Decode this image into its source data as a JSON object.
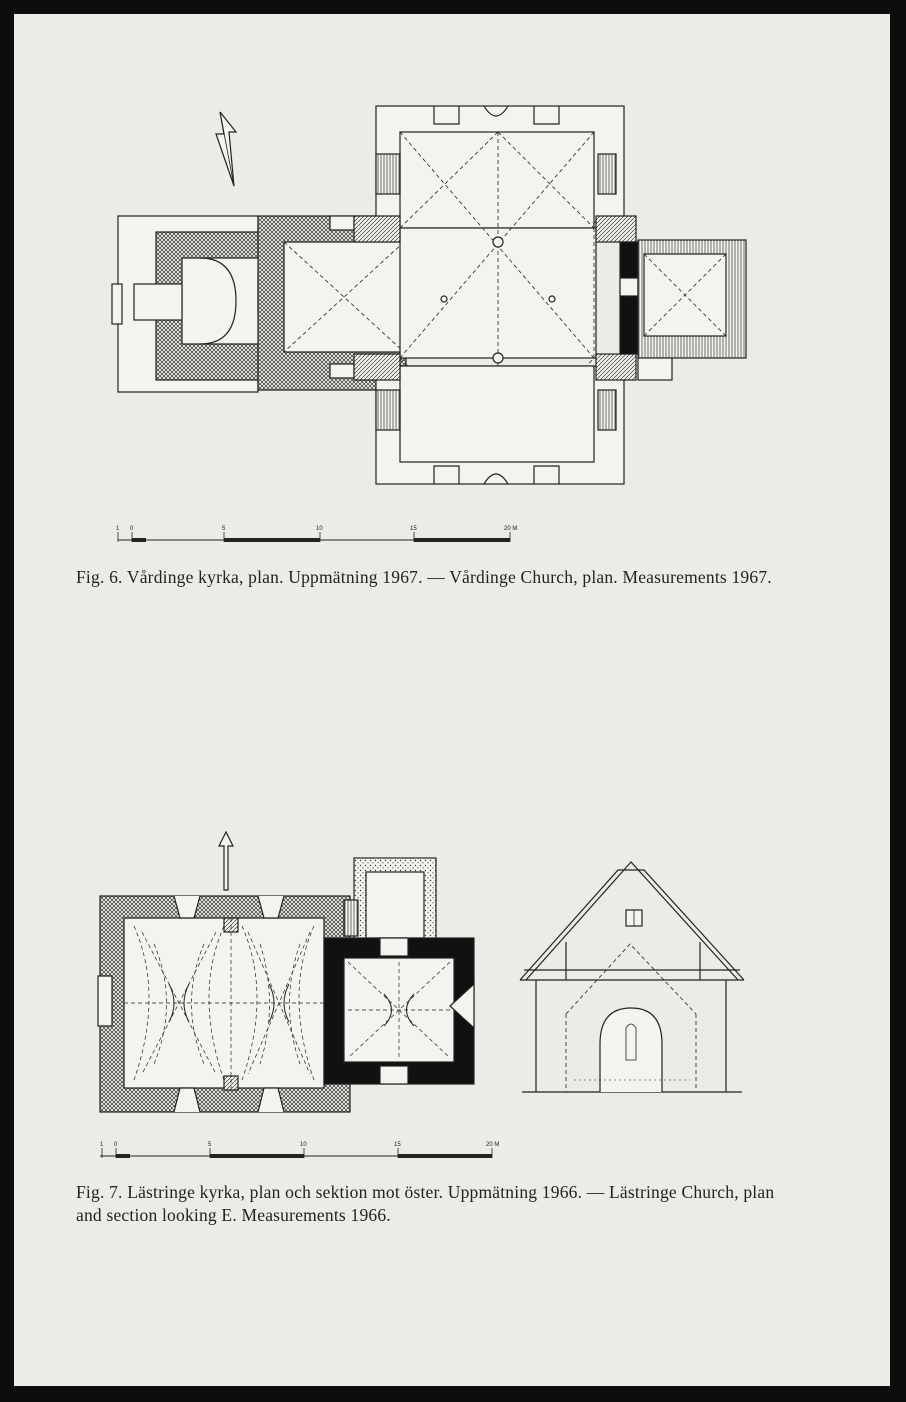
{
  "figure6": {
    "caption": "Fig. 6. Vårdinge kyrka, plan. Uppmätning 1967. — Vårdinge Church, plan. Measurements 1967.",
    "scale_ticks": [
      "1",
      "0",
      "5",
      "10",
      "15",
      "20 M"
    ]
  },
  "figure7": {
    "caption": "Fig. 7. Lästringe kyrka, plan och sektion mot öster. Uppmätning 1966. — Lästringe Church, plan and section looking E. Measurements 1966.",
    "scale_ticks": [
      "1",
      "0",
      "5",
      "10",
      "15",
      "20 M"
    ]
  },
  "colors": {
    "page": "#ecebe6",
    "border": "#0d0d0d",
    "ink": "#222222"
  }
}
